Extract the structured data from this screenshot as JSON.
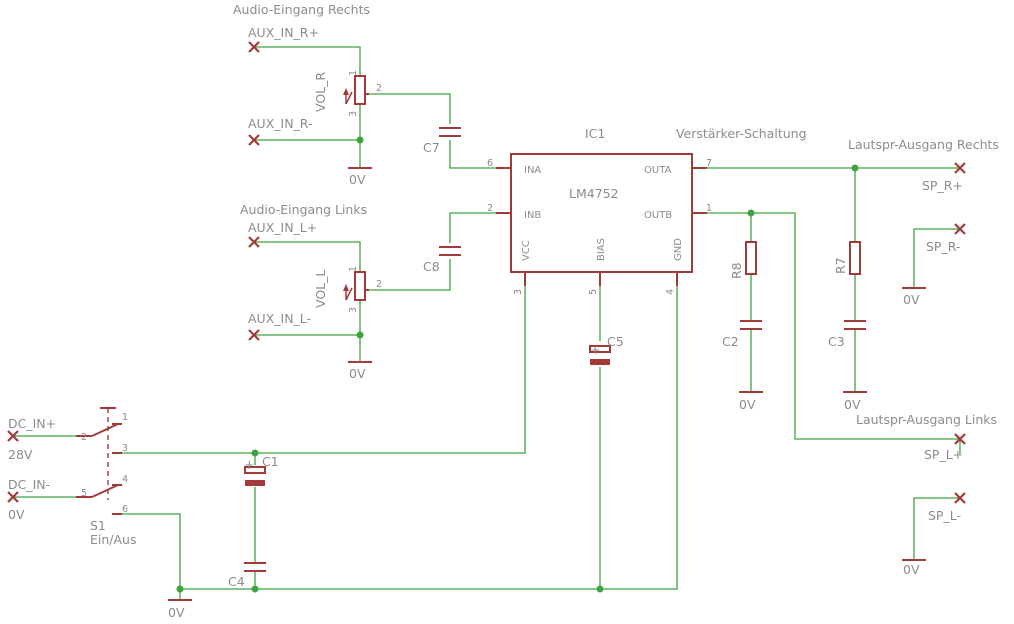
{
  "titles": {
    "audio_in_right": "Audio-Eingang Rechts",
    "audio_in_left": "Audio-Eingang Links",
    "amp_circuit": "Verstärker-Schaltung",
    "speaker_out_right": "Lautspr-Ausgang Rechts",
    "speaker_out_left": "Lautspr-Ausgang Links"
  },
  "ic": {
    "ref": "IC1",
    "value": "LM4752",
    "pins": {
      "ina": "INA",
      "inb": "INB",
      "outa": "OUTA",
      "outb": "OUTB",
      "vcc": "VCC",
      "bias": "BIAS",
      "gnd": "GND"
    },
    "pin_numbers": {
      "ina": "6",
      "inb": "2",
      "outa": "7",
      "outb": "1",
      "vcc": "3",
      "bias": "5",
      "gnd": "4"
    }
  },
  "connectors": {
    "aux_in_r_plus": "AUX_IN_R+",
    "aux_in_r_minus": "AUX_IN_R-",
    "aux_in_l_plus": "AUX_IN_L+",
    "aux_in_l_minus": "AUX_IN_L-",
    "sp_r_plus": "SP_R+",
    "sp_r_minus": "SP_R-",
    "sp_l_plus": "SP_L+",
    "sp_l_minus": "SP_L-",
    "dc_in_plus": "DC_IN+",
    "dc_in_plus_value": "28V",
    "dc_in_minus": "DC_IN-",
    "dc_in_minus_value": "0V"
  },
  "components": {
    "vol_r": "VOL_R",
    "vol_l": "VOL_L",
    "pot_pin1": "1",
    "pot_pin2": "2",
    "pot_pin3": "3",
    "c1": "C1",
    "c2": "C2",
    "c3": "C3",
    "c4": "C4",
    "c5": "C5",
    "c7": "C7",
    "c8": "C8",
    "r7": "R7",
    "r8": "R8",
    "s1": "S1",
    "s1_value": "Ein/Aus",
    "s1_pins": {
      "p1": "1",
      "p2": "2",
      "p3": "3",
      "p4": "4",
      "p5": "5",
      "p6": "6"
    },
    "polarity_plus": "+"
  },
  "ground_label": "0V",
  "colors": {
    "wire": "#3fa33f",
    "component": "#a23a3a",
    "text": "#8c8c8c",
    "background": "#ffffff"
  }
}
